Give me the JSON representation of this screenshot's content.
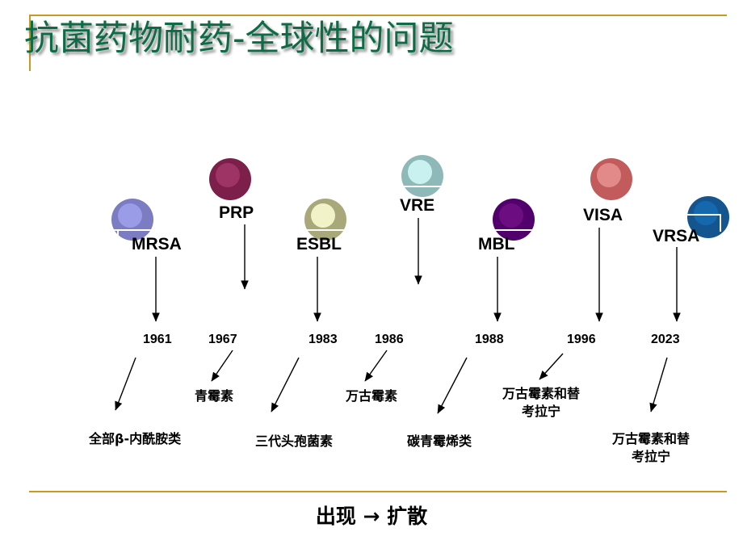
{
  "slide": {
    "title": "抗菌药物耐药-全球性的问题",
    "title_color": "#0d6b45",
    "rule_color": "#c89a22",
    "footer": "出现 → 扩散"
  },
  "pathogens": [
    {
      "acronym": "MRSA",
      "year": "1961",
      "drug": "全部β-内酰胺类",
      "sphere_outer": "#7b7cc2",
      "sphere_inner": "#9b9ce8"
    },
    {
      "acronym": "PRP",
      "year": "1967",
      "drug": "青霉素",
      "sphere_outer": "#7c1f4a",
      "sphere_inner": "#9e3466"
    },
    {
      "acronym": "ESBL",
      "year": "1983",
      "drug": "三代头孢菌素",
      "sphere_outer": "#a9a87a",
      "sphere_inner": "#f2f2c8"
    },
    {
      "acronym": "VRE",
      "year": "1986",
      "drug": "万古霉素",
      "sphere_outer": "#8fb9b8",
      "sphere_inner": "#c9f1f0"
    },
    {
      "acronym": "MBL",
      "year": "1988",
      "drug": "碳青霉烯类",
      "sphere_outer": "#52006b",
      "sphere_inner": "#6d0d82"
    },
    {
      "acronym": "VISA",
      "year": "1996",
      "drug": "万古霉素和替\n考拉宁",
      "sphere_outer": "#c25b5b",
      "sphere_inner": "#e28a8a"
    },
    {
      "acronym": "VRSA",
      "year": "2023",
      "drug": "万古霉素和替\n考拉宁",
      "sphere_outer": "#14548f",
      "sphere_inner": "#1668ae"
    }
  ]
}
